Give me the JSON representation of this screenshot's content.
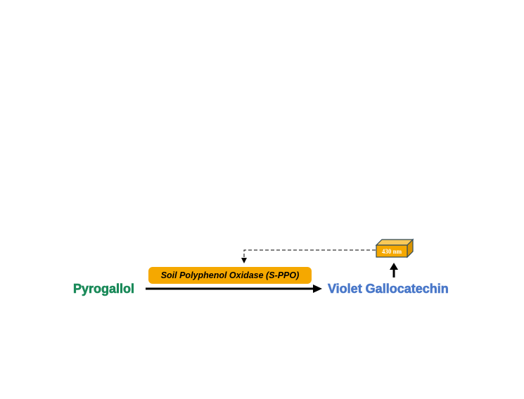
{
  "substrate": {
    "label": "Pyrogallol",
    "color": "#1b8a5a"
  },
  "product": {
    "label": "Violet Gallocatechin",
    "color": "#4a78c9"
  },
  "enzyme": {
    "label": "Soil Polyphenol Oxidase (S-PPO)",
    "fill_color": "#f5a800"
  },
  "measurement": {
    "label": "430 nm",
    "text_color": "#ffffff",
    "front_color": "#f5a800",
    "top_color": "#f8c95a",
    "side_color": "#d99300",
    "edge_color": "#2f4a5a",
    "icon": "cuvette-icon"
  },
  "arrows": {
    "reaction_color": "#000000",
    "feedback_style": "dashed"
  }
}
